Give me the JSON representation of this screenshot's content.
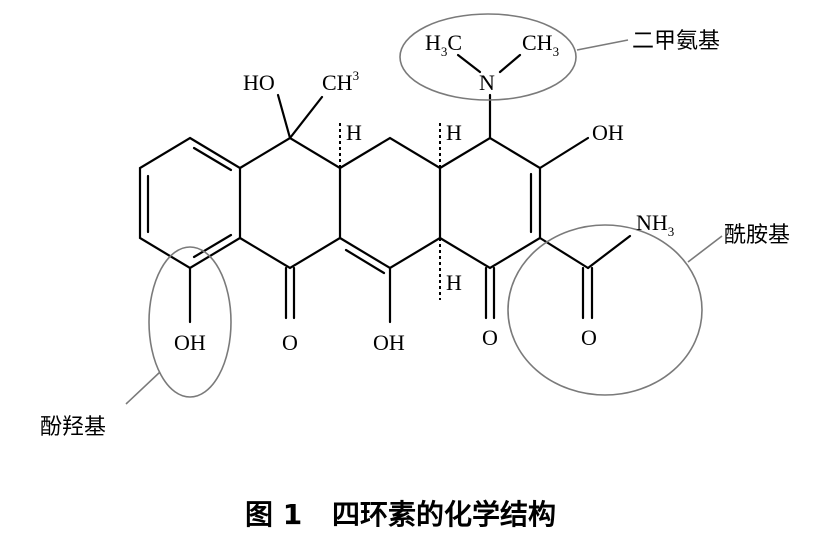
{
  "labels": {
    "dimethylamino": "二甲氨基",
    "amide": "酰胺基",
    "phenolic_hydroxyl": "酚羟基"
  },
  "atoms": {
    "h3c": "H",
    "h3c_sub": "3",
    "h3c_c": "C",
    "ch3_right": "CH",
    "ch3_right_sub": "3",
    "nitrogen": "N",
    "ho_top": "HO",
    "ch3_top": "CH",
    "ch3_top_sub": "3",
    "h_left": "H",
    "h_mid": "H",
    "h_lower": "H",
    "oh_right": "OH",
    "nh": "NH",
    "nh_sub": "3",
    "oh_phenol": "OH",
    "o_ketone1": "O",
    "oh_mid": "OH",
    "o_ketone2": "O",
    "o_amide": "O"
  },
  "caption": {
    "number": "图 1",
    "title": "四环素的化学结构"
  }
}
